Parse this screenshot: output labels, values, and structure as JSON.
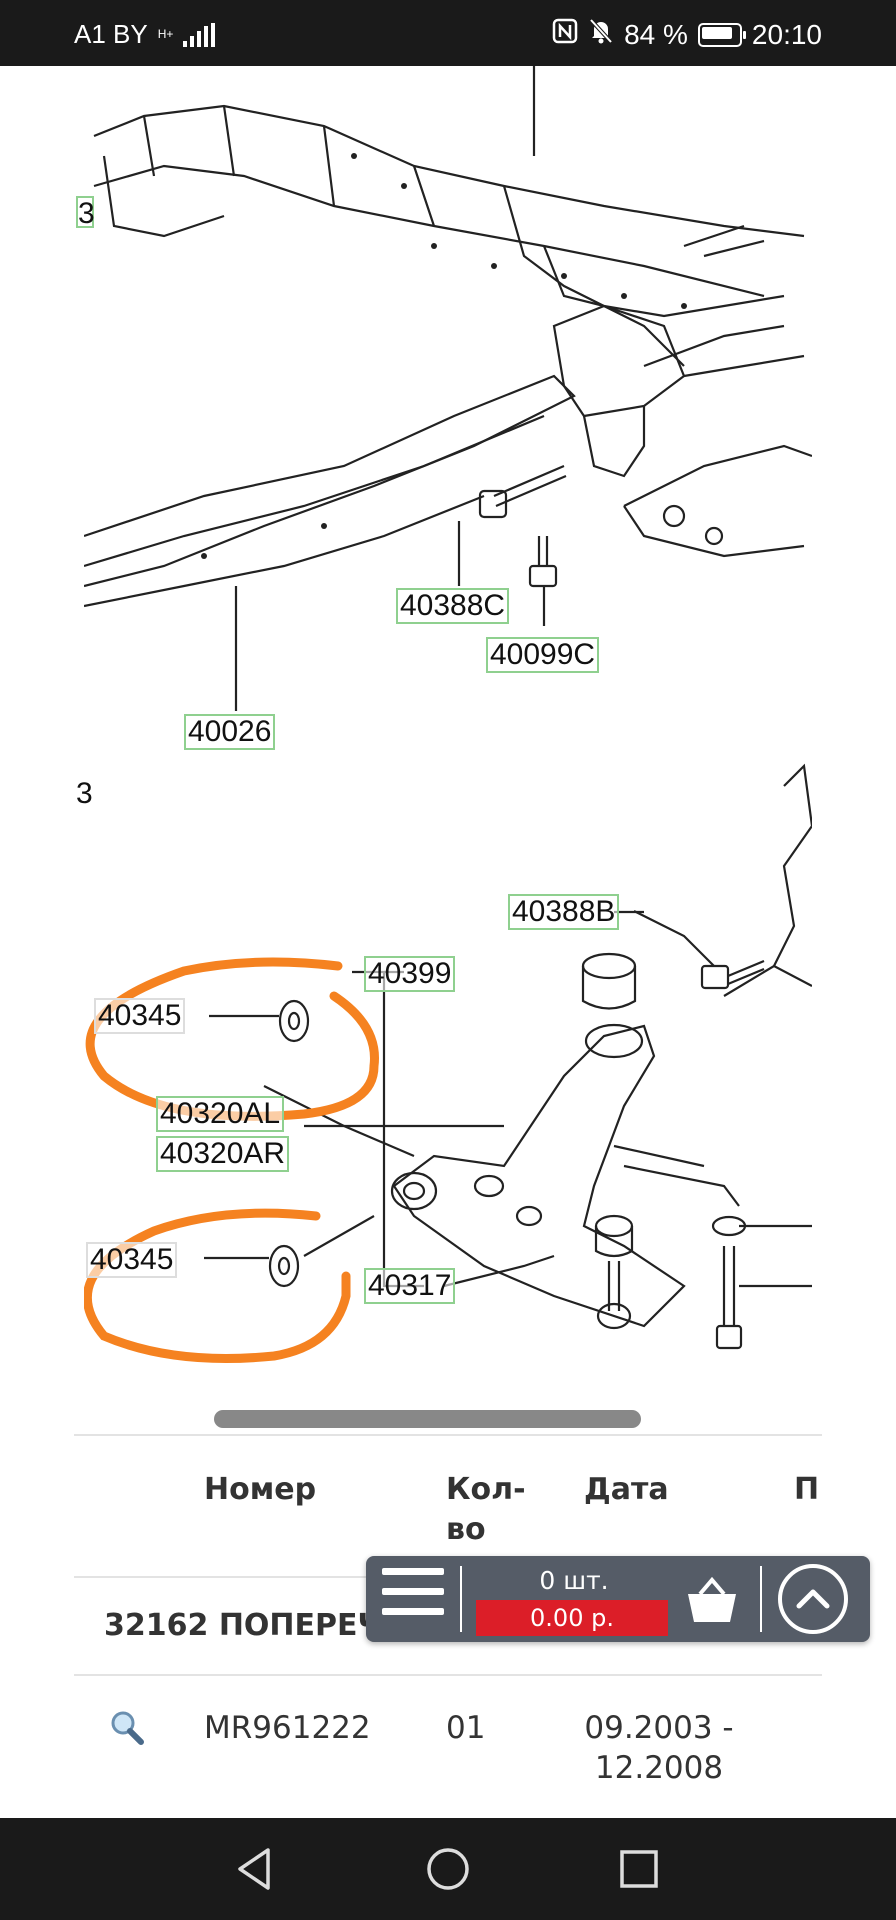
{
  "status_bar": {
    "carrier": "A1 BY",
    "network_type": "H+",
    "battery_percent": "84 %",
    "time": "20:10"
  },
  "diagram": {
    "upper_callouts": [
      "40388C",
      "40099C",
      "40026"
    ],
    "lower_callouts": [
      "40388B",
      "40399",
      "40345",
      "40320AL",
      "40320AR",
      "40345",
      "40317"
    ],
    "edge_fragments": [
      "3",
      "3"
    ],
    "highlight_color": "#f58220"
  },
  "table": {
    "columns": [
      "Номер",
      "Кол-\nво",
      "Дата",
      "П"
    ],
    "group_label": "32162 ПОПЕРЕЧ",
    "row": {
      "search_icon": "magnifier-icon",
      "number": "MR961222",
      "qty": "01",
      "date": "09.2003 -\n12.2008"
    }
  },
  "cart": {
    "count": "0 шт.",
    "sum": "0.00 р.",
    "sum_color": "#dc1e28"
  },
  "navbar": {
    "buttons": [
      "back-icon",
      "home-icon",
      "recents-icon"
    ]
  }
}
